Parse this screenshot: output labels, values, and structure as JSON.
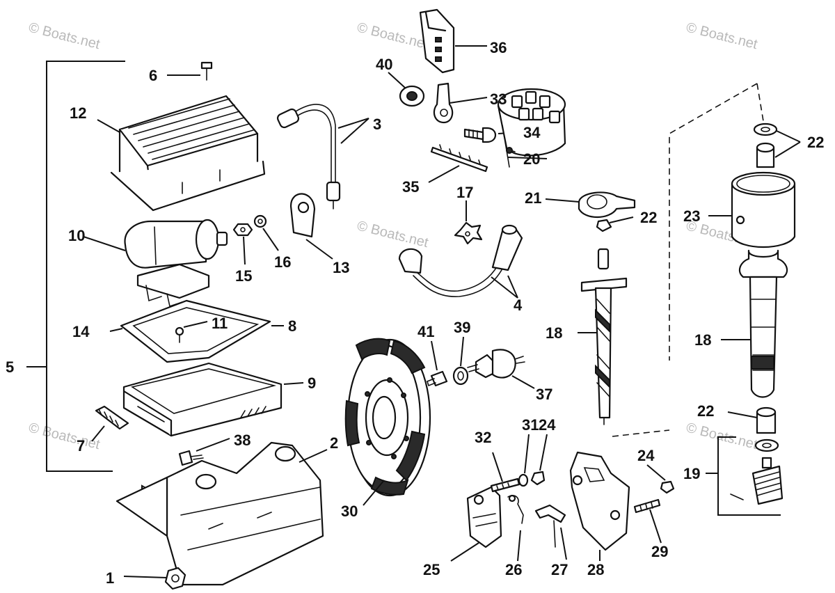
{
  "watermark": {
    "text": "© Boats.net",
    "color": "#b9b9b9"
  },
  "colors": {
    "ink": "#111111",
    "background": "#ffffff"
  },
  "callouts": {
    "c1": "1",
    "c2": "2",
    "c3": "3",
    "c4": "4",
    "c5": "5",
    "c6": "6",
    "c7": "7",
    "c8": "8",
    "c9": "9",
    "c10": "10",
    "c11": "11",
    "c12": "12",
    "c13": "13",
    "c14": "14",
    "c15": "15",
    "c16": "16",
    "c17": "17",
    "c18a": "18",
    "c18b": "18",
    "c19": "19",
    "c20": "20",
    "c21": "21",
    "c22a": "22",
    "c22b": "22",
    "c22c": "22",
    "c23": "23",
    "c24a": "24",
    "c24b": "24",
    "c25": "25",
    "c26": "26",
    "c27": "27",
    "c28": "28",
    "c29": "29",
    "c30": "30",
    "c31": "31",
    "c32": "32",
    "c33": "33",
    "c34": "34",
    "c35": "35",
    "c36": "36",
    "c37": "37",
    "c38": "38",
    "c39": "39",
    "c40": "40",
    "c41": "41"
  }
}
